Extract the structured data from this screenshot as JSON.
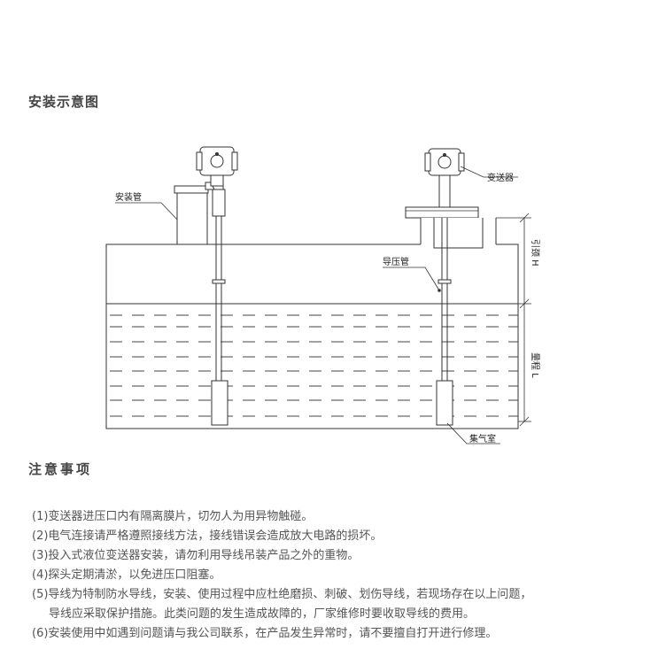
{
  "section_install_title": "安装示意图",
  "section_notes_title": "注意事项",
  "diagram": {
    "label_mounting_pipe": "安装管",
    "label_transmitter": "变送器",
    "label_pressure_pipe": "导压管",
    "label_lead_height": "引颈 H",
    "label_range": "量程 L",
    "label_gas_chamber": "集气室"
  },
  "notes": [
    {
      "num": "(1)",
      "text": "变送器进压口内有隔离膜片，切勿人为用异物触碰。"
    },
    {
      "num": "(2)",
      "text": "电气连接请严格遵照接线方法，接线错误会造成放大电路的损坏。"
    },
    {
      "num": "(3)",
      "text": "投入式液位变送器安装，请勿利用导线吊装产品之外的重物。"
    },
    {
      "num": "(4)",
      "text": "探头定期清淤，以免进压口阻塞。"
    },
    {
      "num": "(5)",
      "text": "导线为特制防水导线，安装、使用过程中应杜绝磨损、刺破、划伤导线，若现场存在以上问题，",
      "cont": "导线应采取保护措施。此类问题的发生造成故障的，厂家维修时要收取导线的费用。"
    },
    {
      "num": "(6)",
      "text": "安装使用中如遇到问题请与我公司联系，在产品发生异常时，请不要擅自打开进行修理。"
    }
  ]
}
